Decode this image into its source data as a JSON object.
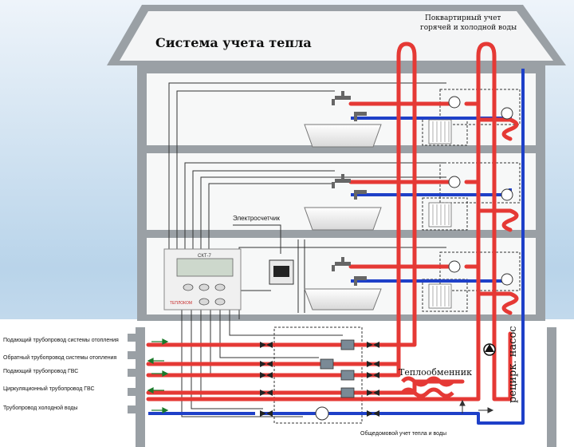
{
  "title": "Система учета тепла",
  "labels": {
    "apartment_metering": [
      "Поквартирный учет",
      "горячей и холодной воды"
    ],
    "electric_meter": "Электросчетчик",
    "heat_exchanger": "Теплообменник",
    "recirc_pump": "рецирк. насос",
    "building_metering": "Общедомовой учет тепла и воды",
    "controller_model": "СКТ-7",
    "controller_brand": "ТЕПЛОКОМ"
  },
  "pipes": [
    {
      "label": "Подающий трубопровод системы отопления",
      "color": "#e53935"
    },
    {
      "label": "Обратный трубопровод системы отопления",
      "color": "#e53935"
    },
    {
      "label": "Подающий трубопровод ГВС",
      "color": "#e53935"
    },
    {
      "label": "Циркуляционный трубопровод ГВС",
      "color": "#e53935"
    },
    {
      "label": "Трубопровод холодной воды",
      "color": "#1e40c8"
    }
  ],
  "colors": {
    "hot": "#e53935",
    "cold": "#1e40c8",
    "wall": "#9ea3a8",
    "sky": "#bcd6ea"
  }
}
